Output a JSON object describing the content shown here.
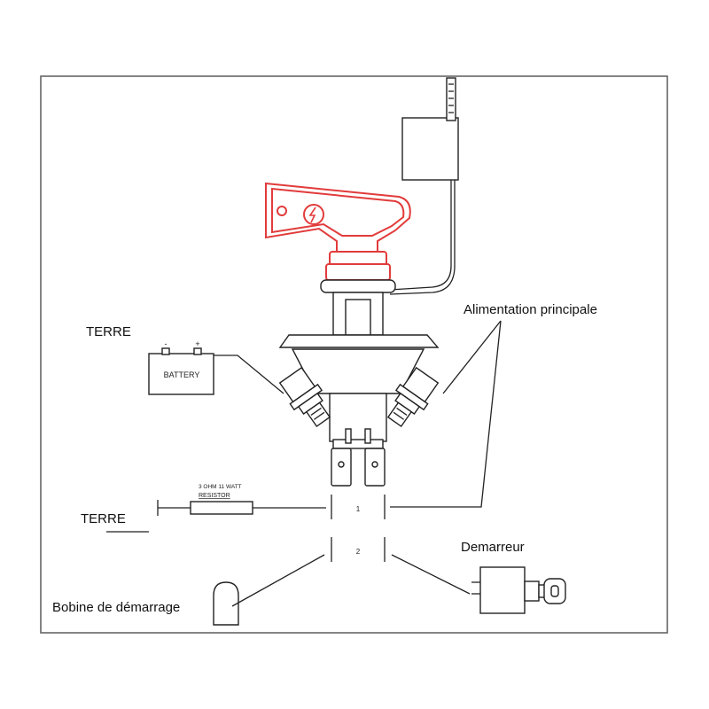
{
  "labels": {
    "terre_top": "TERRE",
    "terre_bottom": "TERRE",
    "alimentation": "Alimentation principale",
    "demarreur": "Demarreur",
    "bobine": "Bobine de démarrage",
    "battery": "BATTERY",
    "battery_minus": "-",
    "battery_plus": "+",
    "resistor_rating": "3 OHM 11 WATT",
    "resistor_name": "RESISTOR",
    "terminal_1": "1",
    "terminal_2": "2"
  },
  "colors": {
    "line": "#222222",
    "accent": "#e23b3b"
  },
  "icons": {
    "handle_symbol": "lightning-icon"
  }
}
